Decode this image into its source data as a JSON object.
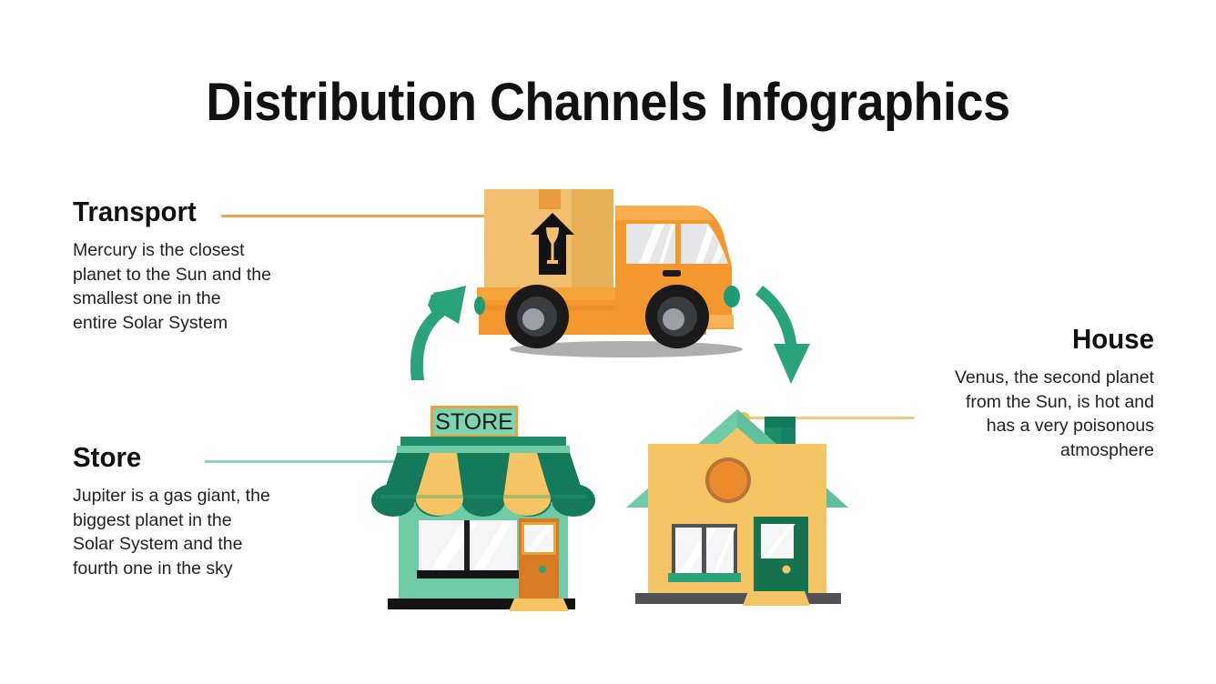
{
  "slide": {
    "title": "Distribution Channels Infographics",
    "background_color": "#FFFFFF"
  },
  "palette": {
    "orange": "#F5972F",
    "orange_dark": "#E07B20",
    "orange_light": "#F8B35A",
    "box_tan": "#F2BF71",
    "box_tan_dark": "#E8AE55",
    "yellow": "#F5C465",
    "green_dark": "#15795C",
    "green_mid": "#2AA27C",
    "green_teal": "#29A17D",
    "mint": "#6FCBA6",
    "mint_light": "#7FD4B0",
    "mint_pale": "#8BD4B4",
    "line_orange": "#EEA34B",
    "line_yellow": "#F0C97A",
    "black": "#111111",
    "grey_dark": "#4F5357",
    "grey_mid": "#9AA0A6",
    "window_grey": "#E4E6E8",
    "white": "#FFFFFF"
  },
  "blocks": [
    {
      "id": "transport",
      "heading": "Transport",
      "body": "Mercury is the closest\nplanet to the Sun and the\nsmallest one in the\nentire Solar System",
      "connector_color": "#EEA34B",
      "align": "left"
    },
    {
      "id": "store",
      "heading": "Store",
      "body": "Jupiter is a gas giant, the\nbiggest planet in the\nSolar System and the\nfourth one in the sky",
      "connector_color": "#8BD4B4",
      "align": "left"
    },
    {
      "id": "house",
      "heading": "House",
      "body": "Venus, the second planet\nfrom the Sun, is hot and\nhas a very poisonous\natmosphere",
      "connector_color": "#F0C97A",
      "align": "right"
    }
  ],
  "illustrations": {
    "truck": {
      "name": "delivery-truck",
      "cargo_symbol": "fragile-this-way-up"
    },
    "store": {
      "name": "storefront",
      "sign_label": "STORE"
    },
    "house": {
      "name": "house"
    },
    "arrow_left": {
      "name": "curved-arrow-up",
      "direction": "up-right"
    },
    "arrow_right": {
      "name": "curved-arrow-down",
      "direction": "down"
    }
  }
}
